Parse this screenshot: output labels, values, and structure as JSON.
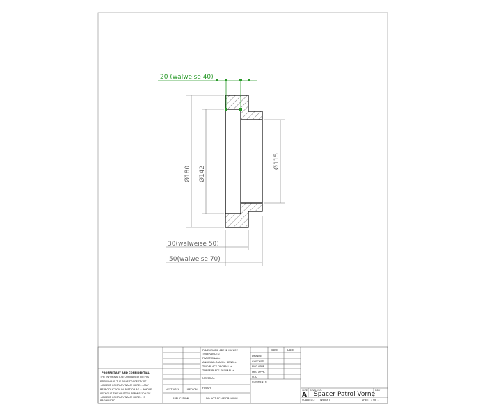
{
  "dimensions": {
    "top_green": "20 (walweise 40)",
    "dia_180": "Ø180",
    "dia_142": "Ø142",
    "dia_115": "Ø115",
    "width_30": "30(walweise 50)",
    "width_50": "50(walweise 70)"
  },
  "title_block": {
    "proprietary_title": "PROPRIETARY AND CONFIDENTIAL",
    "proprietary_text": [
      "THE INFORMATION CONTAINED IN THIS",
      "DRAWING IS THE SOLE PROPERTY OF",
      "<INSERT COMPANY NAME HERE>. ANY",
      "REPRODUCTION IN PART OR AS A WHOLE",
      "WITHOUT THE WRITTEN PERMISSION OF",
      "<INSERT COMPANY NAME HERE> IS",
      "PROHIBITED."
    ],
    "tolerances": [
      "DIMENSIONS ARE IN INCHES",
      "TOLERANCES:",
      "FRACTIONAL±",
      "ANGULAR: MACH±  BEND ±",
      "TWO PLACE DECIMAL  ±",
      "THREE PLACE DECIMAL ±"
    ],
    "material": "MATERIAL",
    "finish": "FINISH",
    "next_assy": "NEXT ASSY",
    "used_on": "USED ON",
    "application": "APPLICATION",
    "do_not_scale": "DO NOT SCALE DRAWING",
    "name_header": "NAME",
    "date_header": "DATE",
    "rows": [
      "DRAWN",
      "CHECKED",
      "ENG APPR.",
      "MFG APPR.",
      "Q.A.",
      "COMMENTS:"
    ],
    "size_label": "SIZE",
    "size": "A",
    "dwg_no_label": "DWG. NO.",
    "drawing_title": "Spacer Patrol Vorne",
    "rev_label": "REV",
    "scale": "SCALE:1:2",
    "weight": "WEIGHT:",
    "sheet": "SHEET 1 OF 1"
  }
}
